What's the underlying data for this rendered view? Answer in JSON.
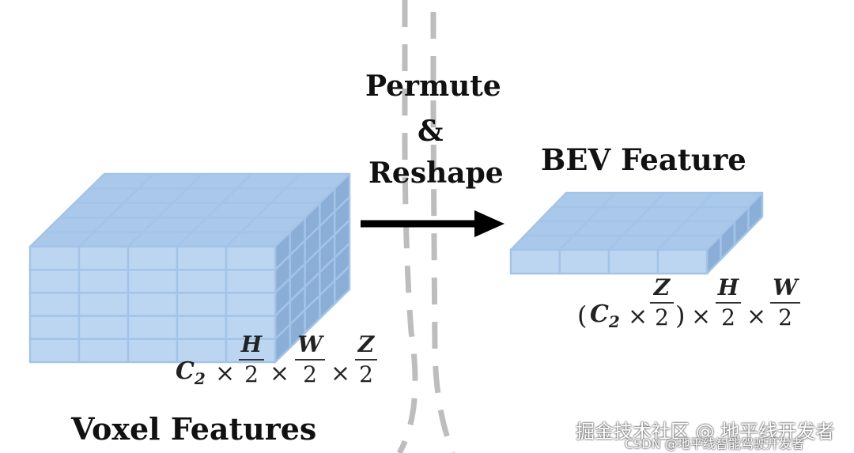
{
  "labels": {
    "step_line1": "Permute",
    "step_line2": "&",
    "step_line3": "Reshape",
    "bev_title": "BEV Feature",
    "voxel_title": "Voxel Features"
  },
  "voxel_formula": {
    "c": "C",
    "c_sub": "2",
    "times": "×",
    "h_num": "H",
    "w_num": "W",
    "z_num": "Z",
    "den": "2"
  },
  "bev_formula": {
    "open": "(",
    "c": "C",
    "c_sub": "2",
    "times": "×",
    "z_num": "Z",
    "close": ")",
    "h_num": "H",
    "w_num": "W",
    "den": "2"
  },
  "watermark": {
    "line1": "掘金技术社区 @ 地平线开发者",
    "line2": "CSDN @地平线智能驾驶开发者"
  },
  "colors": {
    "cell_face": "#bcd6f2",
    "cell_top": "#a9c8ea",
    "cell_side": "#8aaed6",
    "cell_edge": "#a3c4e8",
    "arrow": "#000000",
    "dash": "#bdbdbd"
  }
}
